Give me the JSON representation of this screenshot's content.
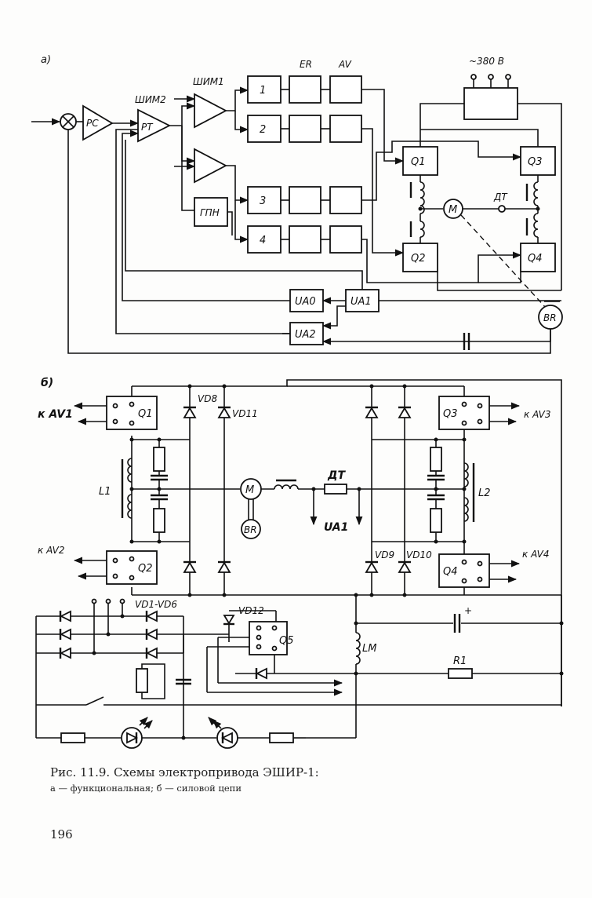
{
  "figure": {
    "part_a_marker": "а)",
    "part_b_marker": "б)",
    "caption_title": "Рис. 11.9. Схемы электропривода ЭШИР-1:",
    "caption_sub": "а — функциональная; б — силовой цепи",
    "page_number": "196"
  },
  "diagram_a": {
    "supply": "~380 В",
    "labels": {
      "pc": "PC",
      "pt": "PT",
      "shim1": "ШИМ1",
      "shim2": "ШИМ2",
      "er": "ER",
      "av": "AV",
      "gpn": "ГПН",
      "dt": "ДТ",
      "motor": "M",
      "br": "BR"
    },
    "channels": [
      "1",
      "2",
      "3",
      "4"
    ],
    "switches": [
      "Q1",
      "Q2",
      "Q3",
      "Q4"
    ],
    "sensors": [
      "UA0",
      "UA1",
      "UA2"
    ]
  },
  "diagram_b": {
    "switches": [
      "Q1",
      "Q2",
      "Q3",
      "Q4",
      "Q5"
    ],
    "outputs": [
      "к AV1",
      "к AV2",
      "к AV3",
      "к AV4"
    ],
    "diodes": [
      "VD8",
      "VD11",
      "VD9",
      "VD10",
      "VD12",
      "VD1-VD6"
    ],
    "inductors": [
      "L1",
      "L2",
      "LM"
    ],
    "motor": "M",
    "tacho": "BR",
    "shunt": "ДТ",
    "sensor": "UA1",
    "resistor": "R1",
    "cap_polarity": "+"
  }
}
